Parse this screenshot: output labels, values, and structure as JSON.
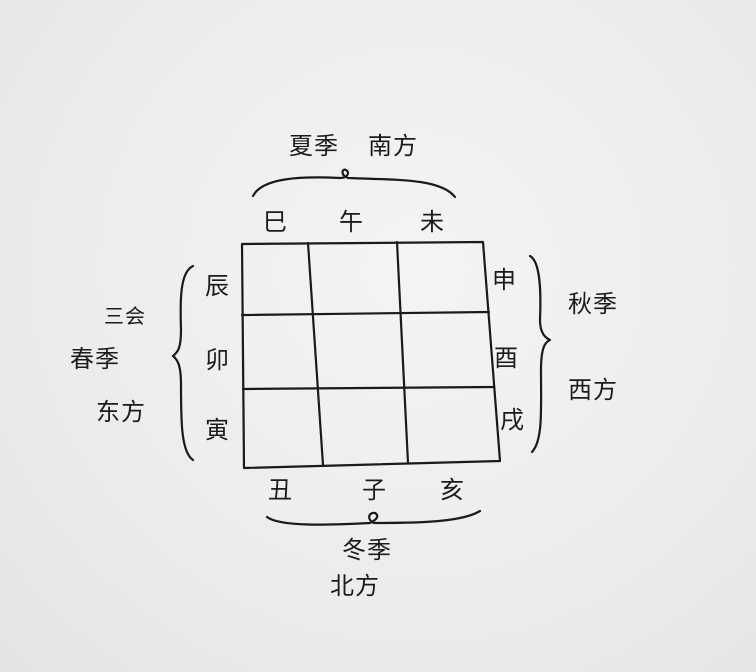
{
  "branches": {
    "top": [
      "巳",
      "午",
      "未"
    ],
    "left": [
      "辰",
      "卯",
      "寅"
    ],
    "right": [
      "申",
      "酉",
      "戌"
    ],
    "bottom": [
      "丑",
      "子",
      "亥"
    ]
  },
  "groups": {
    "top": {
      "season": "夏季",
      "direction": "南方"
    },
    "left": {
      "title": "三会",
      "season": "春季",
      "direction": "东方"
    },
    "right": {
      "season": "秋季",
      "direction": "西方"
    },
    "bottom": {
      "season": "冬季",
      "direction": "北方"
    }
  },
  "grid": {
    "rows": 3,
    "cols": 3
  }
}
